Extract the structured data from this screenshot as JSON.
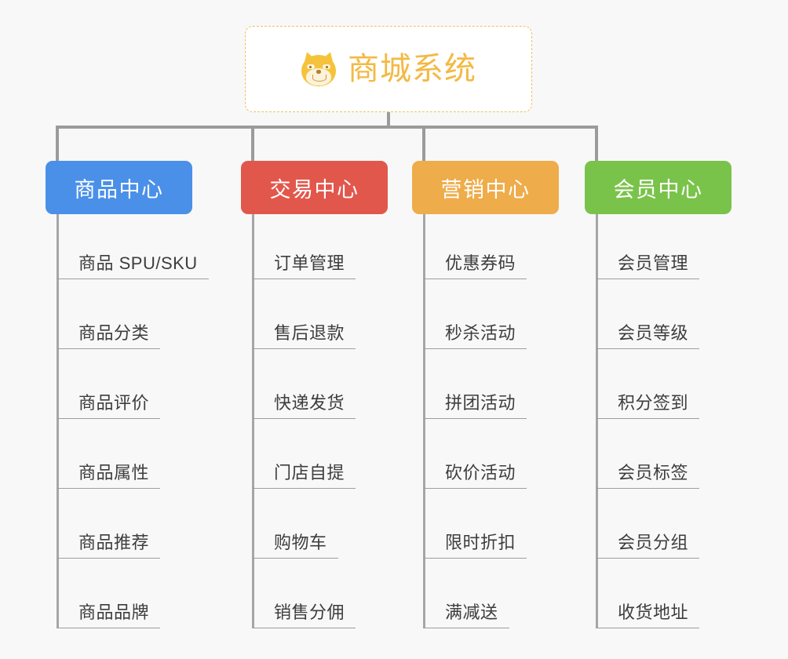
{
  "background_color": "#f8f8f8",
  "root": {
    "title": "商城系统",
    "icon": "shiba-inu-dog-face-icon",
    "text_color": "#f3b943",
    "border_color": "#f0c060",
    "fill_color": "#ffffff"
  },
  "connector_color": "#9b9b9b",
  "columns": [
    {
      "id": "product-center",
      "label": "商品中心",
      "color": "#4a90e8",
      "items": [
        "商品 SPU/SKU",
        "商品分类",
        "商品评价",
        "商品属性",
        "商品推荐",
        "商品品牌"
      ]
    },
    {
      "id": "trade-center",
      "label": "交易中心",
      "color": "#e2574c",
      "items": [
        "订单管理",
        "售后退款",
        "快递发货",
        "门店自提",
        "购物车",
        "销售分佣"
      ]
    },
    {
      "id": "marketing-center",
      "label": "营销中心",
      "color": "#eeac4a",
      "items": [
        "优惠券码",
        "秒杀活动",
        "拼团活动",
        "砍价活动",
        "限时折扣",
        "满减送"
      ]
    },
    {
      "id": "member-center",
      "label": "会员中心",
      "color": "#7ac34a",
      "items": [
        "会员管理",
        "会员等级",
        "积分签到",
        "会员标签",
        "会员分组",
        "收货地址"
      ]
    }
  ]
}
